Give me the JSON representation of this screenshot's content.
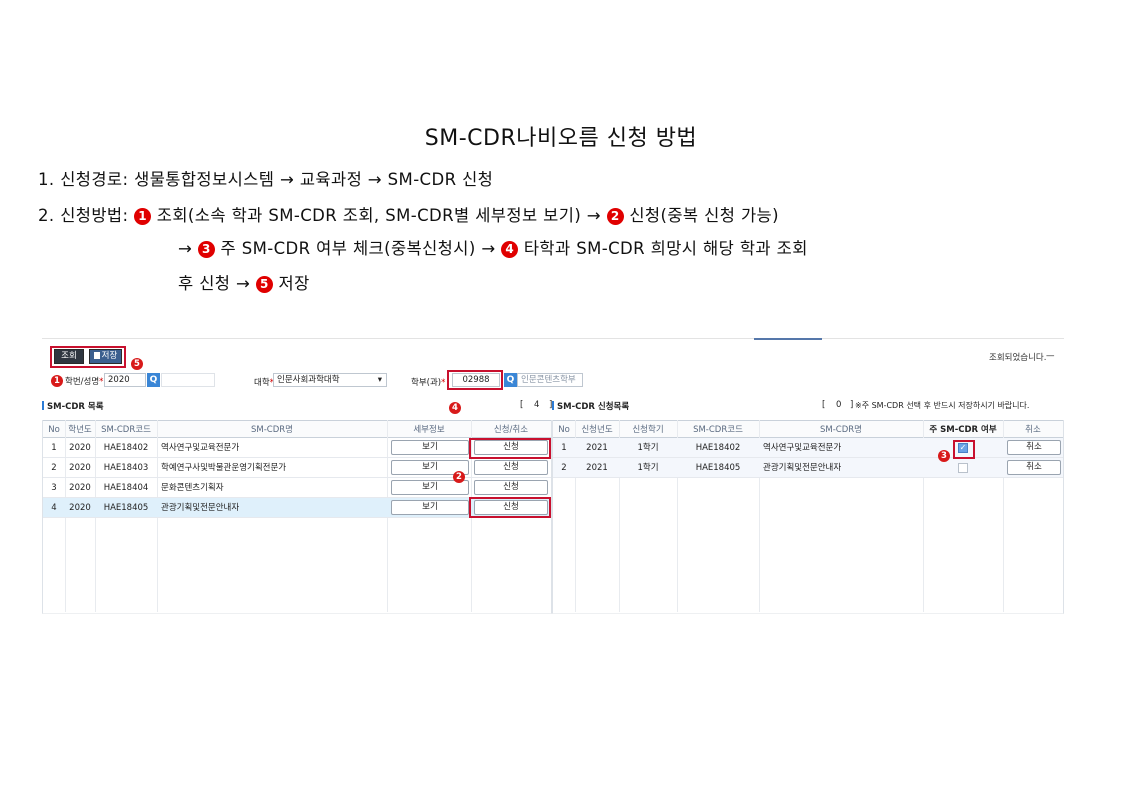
{
  "doc": {
    "title": "SM-CDR나비오름 신청 방법",
    "line1": "1. 신청경로: 생물통합정보시스템 → 교육과정 → SM-CDR 신청",
    "line2_prefix": "2. 신청방법: ",
    "n1": "❶",
    "n2": "❷",
    "n3": "❸",
    "n4": "❹",
    "n5": "❺",
    "step1": " 조회(소속 학과 SM-CDR 조회, SM-CDR별 세부정보 보기) → ",
    "step2": " 신청(중복 신청 가능)",
    "line3_prefix": "→ ",
    "step3": " 주 SM-CDR 여부 체크(중복신청시) → ",
    "step4": " 타학과 SM-CDR 희망시 해당 학과 조회",
    "line4_prefix": "후 신청 → ",
    "step5": " 저장"
  },
  "app": {
    "toolbar": {
      "search_label": "조회",
      "save_label": "저장"
    },
    "status_message": "조회되었습니다.",
    "status_close": "—",
    "filters": {
      "student_label": "학번/성명",
      "required_mark": "*",
      "student_value": "2020",
      "college_label": "대학",
      "college_value": "인문사회과학대학",
      "college_arrow": "▾",
      "dept_label": "학부(과)",
      "dept_code": "02988",
      "dept_name": "인문콘텐츠학부"
    },
    "markers": {
      "m1": "1",
      "m2": "2",
      "m3": "3",
      "m4": "4",
      "m5": "5"
    },
    "left_panel": {
      "title": "SM-CDR 목록",
      "count_open": "[",
      "count": "4",
      "count_close": "]",
      "columns": [
        "No",
        "학년도",
        "SM-CDR코드",
        "SM-CDR명",
        "세부정보",
        "신청/취소"
      ],
      "rows": [
        {
          "no": "1",
          "year": "2020",
          "code": "HAE18402",
          "name": "역사연구및교육전문가",
          "detail": "보기",
          "action": "신청"
        },
        {
          "no": "2",
          "year": "2020",
          "code": "HAE18403",
          "name": "학예연구사및박물관운영기획전문가",
          "detail": "보기",
          "action": "신청"
        },
        {
          "no": "3",
          "year": "2020",
          "code": "HAE18404",
          "name": "문화콘텐츠기획자",
          "detail": "보기",
          "action": "신청"
        },
        {
          "no": "4",
          "year": "2020",
          "code": "HAE18405",
          "name": "관광기획및전문안내자",
          "detail": "보기",
          "action": "신청"
        }
      ]
    },
    "right_panel": {
      "title": "SM-CDR 신청목록",
      "count_open": "[",
      "count": "0",
      "count_close": "]",
      "note": "※주 SM-CDR 선택 후 반드시 저장하시기 바랍니다.",
      "columns": [
        "No",
        "신청년도",
        "신청학기",
        "SM-CDR코드",
        "SM-CDR명",
        "주 SM-CDR 여부",
        "취소"
      ],
      "rows": [
        {
          "no": "1",
          "year": "2021",
          "term": "1학기",
          "code": "HAE18402",
          "name": "역사연구및교육전문가",
          "main": true,
          "cancel": "취소"
        },
        {
          "no": "2",
          "year": "2021",
          "term": "1학기",
          "code": "HAE18405",
          "name": "관광기획및전문안내자",
          "main": false,
          "cancel": "취소"
        }
      ]
    },
    "colors": {
      "accent": "#2a7bd6",
      "highlight_row": "#dff0fb",
      "marker": "#d81a1a"
    }
  }
}
